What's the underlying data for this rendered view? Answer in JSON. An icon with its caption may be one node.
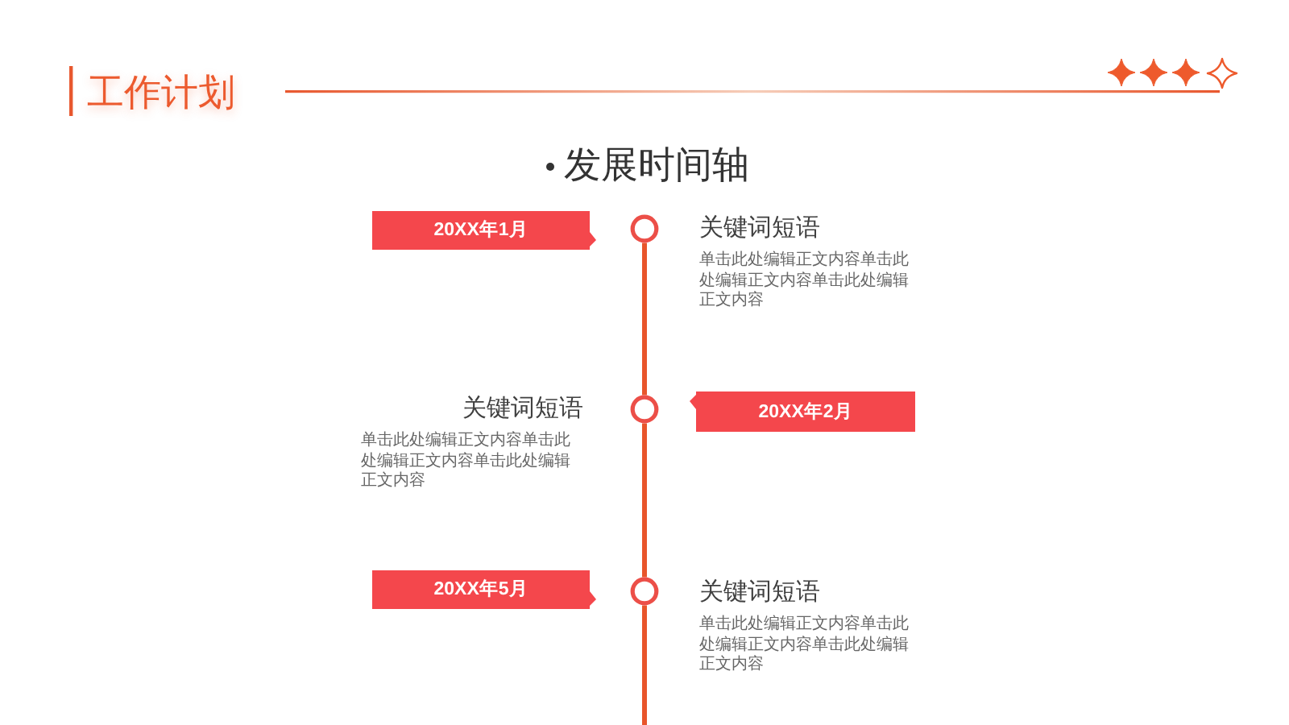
{
  "diagram": {
    "title": "工作计划",
    "nodes": [
      {
        "text": [
          "20XX年1月"
        ]
      },
      {
        "text": [],
        "shape": "circle",
        "beside": [
          "关键词短语",
          "单击此处编辑正文内容单击此处编辑正文内容单击此处编辑正文内容"
        ]
      },
      {
        "text": [],
        "shape": "circle",
        "beside": [
          "关键词短语",
          "单击此处编辑正文内容单击此处编辑正文内容单击此处编辑正文内容"
        ]
      },
      {
        "text": [
          "20XX年2月"
        ]
      },
      {
        "text": [
          "20XX年5月"
        ]
      },
      {
        "text": [],
        "shape": "circle",
        "beside": [
          "关键词短语",
          "单击此处编辑正文内容单击此处编辑正文内容单击此处编辑正文内容"
        ]
      }
    ],
    "edges": [
      {
        "from": 1,
        "to": 2,
        "arrow": "none"
      },
      {
        "from": 2,
        "to": 5,
        "arrow": "none"
      },
      {
        "from": 5,
        "to": null,
        "arrow": "none"
      }
    ],
    "labels": [
      "发展时间轴"
    ]
  }
}
